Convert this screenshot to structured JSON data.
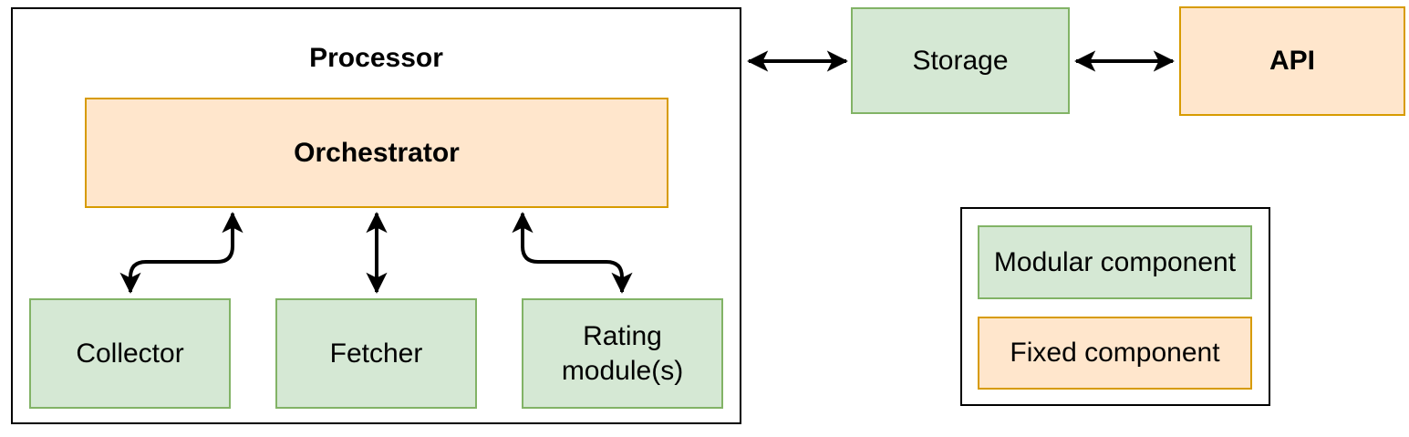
{
  "colors": {
    "modular_fill": "#d5e8d4",
    "modular_stroke": "#82b366",
    "fixed_fill": "#ffe6cc",
    "fixed_stroke": "#d79b00",
    "container_stroke": "#000000",
    "arrow": "#000000"
  },
  "diagram": {
    "processor": {
      "title": "Processor"
    },
    "orchestrator": {
      "label": "Orchestrator"
    },
    "collector": {
      "label": "Collector"
    },
    "fetcher": {
      "label": "Fetcher"
    },
    "rating_module": {
      "label": "Rating module(s)"
    },
    "storage": {
      "label": "Storage"
    },
    "api": {
      "label": "API"
    }
  },
  "legend": {
    "modular": {
      "label": "Modular component"
    },
    "fixed": {
      "label": "Fixed component"
    }
  },
  "connections": [
    {
      "from": "Orchestrator",
      "to": "Collector",
      "bidirectional": true
    },
    {
      "from": "Orchestrator",
      "to": "Fetcher",
      "bidirectional": true
    },
    {
      "from": "Orchestrator",
      "to": "Rating module(s)",
      "bidirectional": true
    },
    {
      "from": "Processor",
      "to": "Storage",
      "bidirectional": true
    },
    {
      "from": "Storage",
      "to": "API",
      "bidirectional": true
    }
  ]
}
